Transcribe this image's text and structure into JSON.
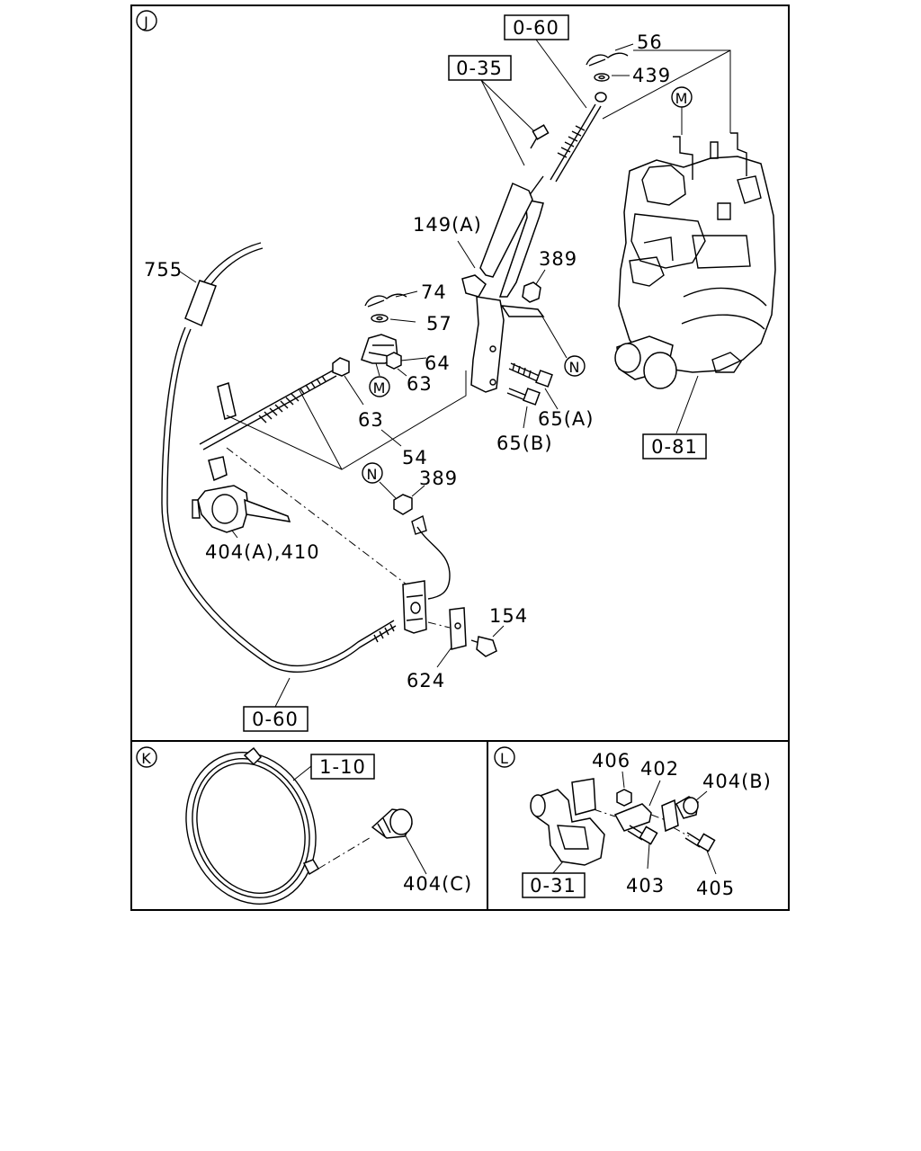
{
  "panels": {
    "J": {
      "letter": "J",
      "refs": {
        "r060_top": "0-60",
        "r035": "0-35",
        "r081": "0-81",
        "r060_bottom": "0-60"
      },
      "markers": {
        "m1": "M",
        "m2": "M",
        "n1": "N",
        "n2": "N"
      },
      "labels": {
        "p56": "56",
        "p439": "439",
        "p149a": "149(A)",
        "p755": "755",
        "p389a": "389",
        "p74": "74",
        "p57": "57",
        "p64": "64",
        "p63a": "63",
        "p63b": "63",
        "p65a": "65(A)",
        "p65b": "65(B)",
        "p54": "54",
        "p389b": "389",
        "p404a410": "404(A),410",
        "p154": "154",
        "p624": "624"
      }
    },
    "K": {
      "letter": "K",
      "refs": {
        "r110": "1-10"
      },
      "labels": {
        "p404c": "404(C)"
      }
    },
    "L": {
      "letter": "L",
      "refs": {
        "r031": "0-31"
      },
      "labels": {
        "p406": "406",
        "p402": "402",
        "p404b": "404(B)",
        "p403": "403",
        "p405": "405"
      }
    }
  }
}
